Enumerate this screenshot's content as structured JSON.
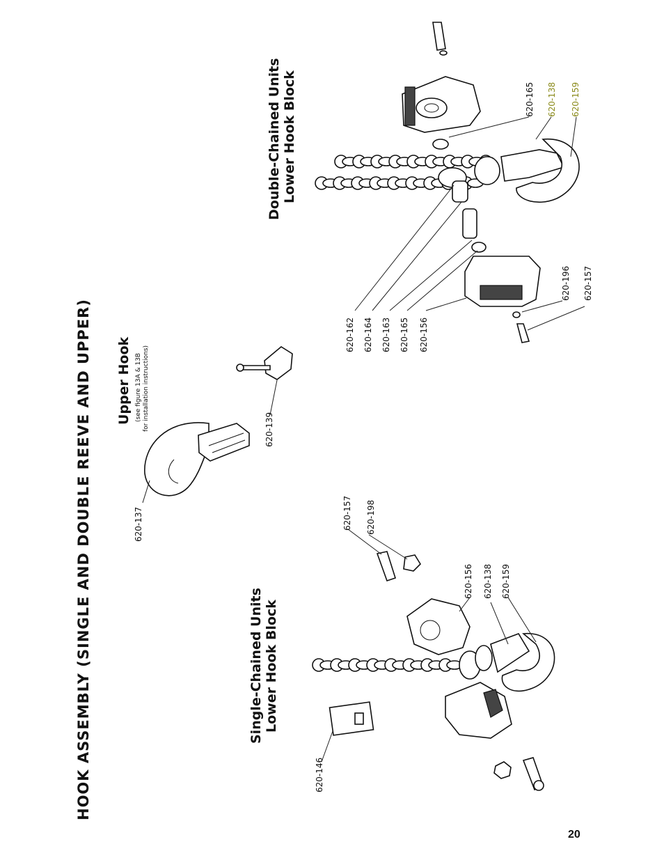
{
  "title": "HOOK ASSEMBLY (SINGLE AND DOUBLE REEVE AND UPPER)",
  "page_number": "20",
  "upper_hook": {
    "heading": "Upper Hook",
    "note_line1": "(see figure 13A & 13B",
    "note_line2": "for installation instructions)",
    "labels": [
      "620-137",
      "620-139"
    ]
  },
  "single": {
    "heading_line1": "Single-Chained Units",
    "heading_line2": "Lower Hook Block",
    "labels": [
      "620-157",
      "620-198",
      "620-156",
      "620-138",
      "620-159",
      "620-146"
    ]
  },
  "double": {
    "heading_line1": "Double-Chained Units",
    "heading_line2": "Lower Hook Block",
    "labels_top": [
      "620-165",
      "620-138",
      "620-159"
    ],
    "labels_bottom": [
      "620-162",
      "620-164",
      "620-163",
      "620-165",
      "620-156"
    ],
    "labels_right": [
      "620-196",
      "620-157"
    ]
  }
}
